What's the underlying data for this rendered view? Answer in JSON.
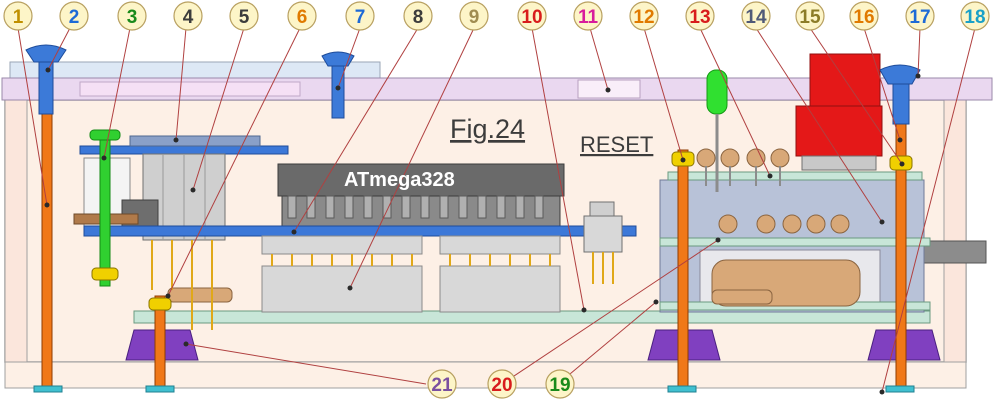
{
  "figure_title": "Fig.24",
  "chip_label": "ATmega328",
  "reset_label": "RESET",
  "callouts_top": [
    {
      "number": "1",
      "color": "#c09000"
    },
    {
      "number": "2",
      "color": "#1e6ad6"
    },
    {
      "number": "3",
      "color": "#1a8a1a"
    },
    {
      "number": "4",
      "color": "#3c3c3c"
    },
    {
      "number": "5",
      "color": "#3c3c3c"
    },
    {
      "number": "6",
      "color": "#e07a00"
    },
    {
      "number": "7",
      "color": "#1e6ad6"
    },
    {
      "number": "8",
      "color": "#3c3c3c"
    },
    {
      "number": "9",
      "color": "#a08c50"
    },
    {
      "number": "10",
      "color": "#d81c1c"
    },
    {
      "number": "11",
      "color": "#d81c9c"
    },
    {
      "number": "12",
      "color": "#e07a00"
    },
    {
      "number": "13",
      "color": "#d81c1c"
    },
    {
      "number": "14",
      "color": "#505a78"
    },
    {
      "number": "15",
      "color": "#8c7c28"
    },
    {
      "number": "16",
      "color": "#e07a00"
    },
    {
      "number": "17",
      "color": "#1e6ad6"
    },
    {
      "number": "18",
      "color": "#1aa0c8"
    }
  ],
  "callouts_bottom": [
    {
      "number": "21",
      "color": "#7a50a0"
    },
    {
      "number": "20",
      "color": "#d81c1c"
    },
    {
      "number": "19",
      "color": "#1a8a1a"
    }
  ]
}
